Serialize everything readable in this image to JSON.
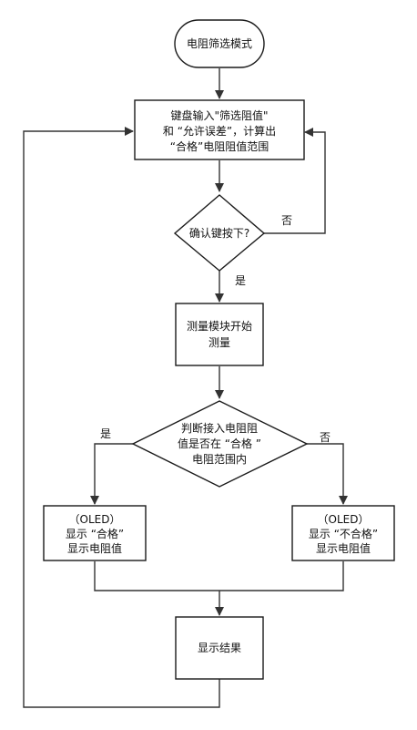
{
  "nodes": {
    "start": {
      "lines": [
        "电阻筛选模式"
      ]
    },
    "input": {
      "lines": [
        "键盘输入\"筛选阻值\"",
        "和 “允许误差”，计算出",
        "“合格”电阻阻值范围"
      ]
    },
    "confirm": {
      "lines": [
        "确认键按下?"
      ]
    },
    "measure": {
      "lines": [
        "测量模块开始",
        "测量"
      ]
    },
    "judge": {
      "lines": [
        "判断接入电阻阻",
        "值是否在 “合格 ”",
        "电阻范围内"
      ]
    },
    "pass": {
      "lines": [
        "（OLED）",
        "显示 “合格”",
        "显示电阻值"
      ]
    },
    "fail": {
      "lines": [
        "（OLED）",
        "显示 “不合格”",
        "显示电阻值"
      ]
    },
    "result": {
      "lines": [
        "显示结果"
      ]
    }
  },
  "labels": {
    "confirm_no": "否",
    "confirm_yes": "是",
    "judge_yes": "是",
    "judge_no": "否"
  },
  "colors": {
    "stroke": "#1a1a1a",
    "line": "#333333",
    "text": "#111111",
    "fill": "#ffffff"
  }
}
